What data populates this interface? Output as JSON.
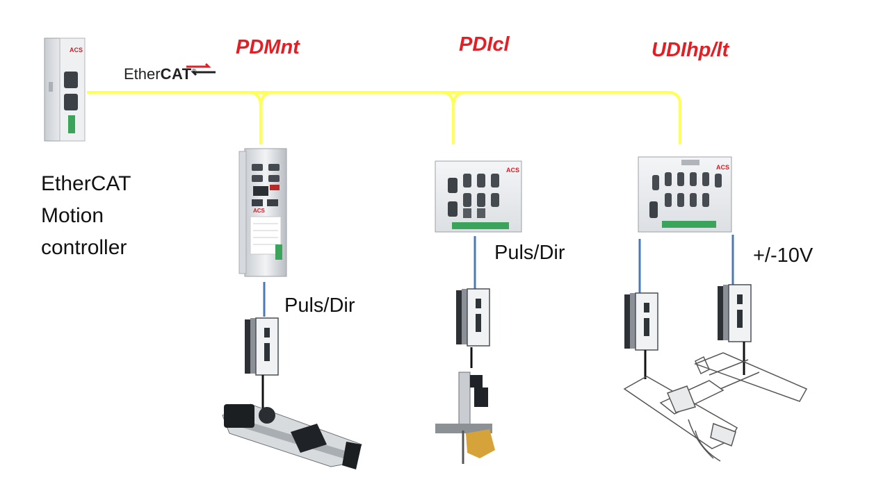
{
  "logo": {
    "part1": "Ether",
    "part2": "CAT",
    "mark": "®"
  },
  "modules": [
    {
      "name": "PDMnt",
      "signal": "Puls/Dir"
    },
    {
      "name": "PDIcl",
      "signal": "Puls/Dir"
    },
    {
      "name": "UDIhp/lt",
      "signal": "+/-10V"
    }
  ],
  "controller": {
    "line1": "EtherCAT",
    "line2": "Motion",
    "line3": "controller"
  },
  "device_brand": "ACS",
  "colors": {
    "bus": "#ffff55",
    "module_label": "#e31e24",
    "signal_wire": "#4a7ab5",
    "motor_wire": "#111111"
  }
}
